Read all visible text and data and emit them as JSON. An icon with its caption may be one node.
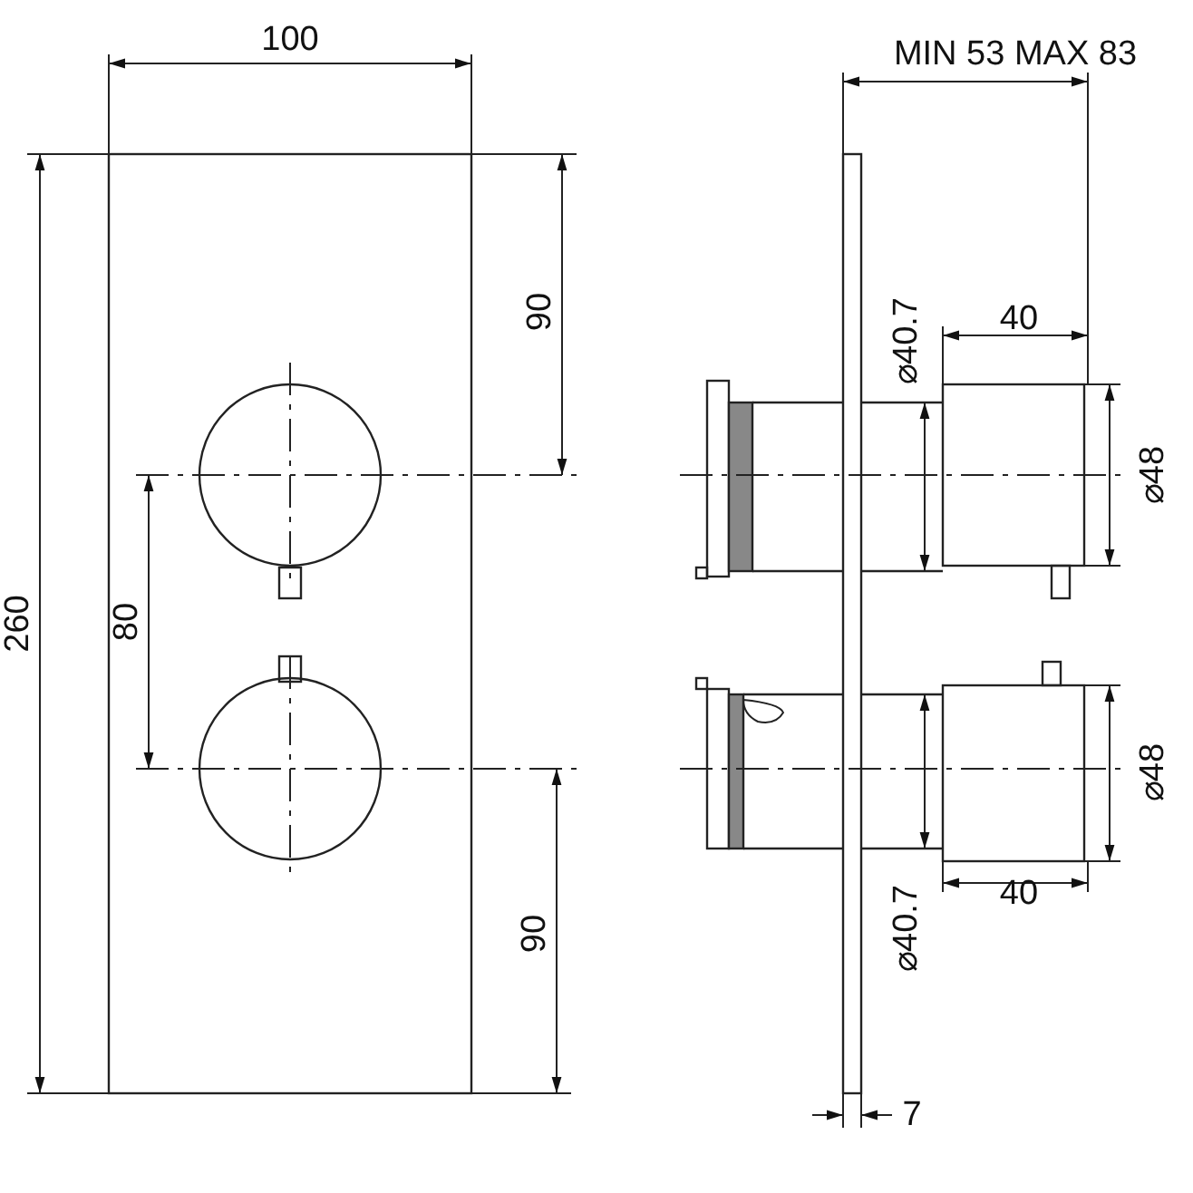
{
  "diagram": {
    "labels": [
      "100",
      "260",
      "90",
      "80",
      "90",
      "MIN 53 MAX 83",
      "⌀40.7",
      "40",
      "⌀48",
      "⌀48",
      "40",
      "⌀40.7",
      "7"
    ]
  }
}
